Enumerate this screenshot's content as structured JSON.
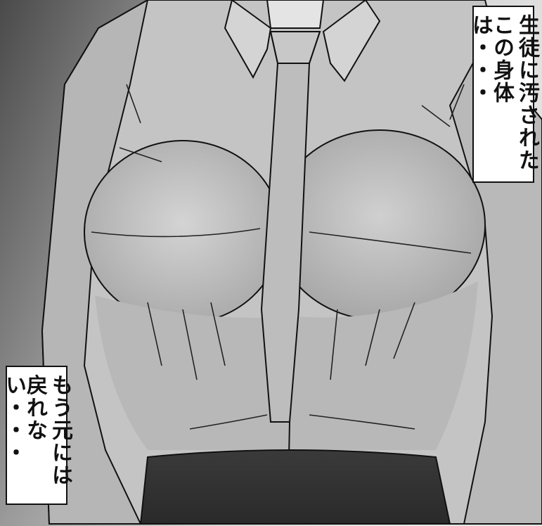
{
  "captions": {
    "top": {
      "line1": "生徒に汚された",
      "line2": "この身体は・・・"
    },
    "bottom": {
      "line1": "もう元には",
      "line2": "戻れない・・・"
    }
  },
  "colors": {
    "background_dark": "#4a4a4a",
    "background_light": "#e2e2e2",
    "shirt": "#c9c9c9",
    "shirt_shadow": "#9e9e9e",
    "skirt": "#353535",
    "ink": "#111111",
    "caption_bg": "#ffffff"
  }
}
